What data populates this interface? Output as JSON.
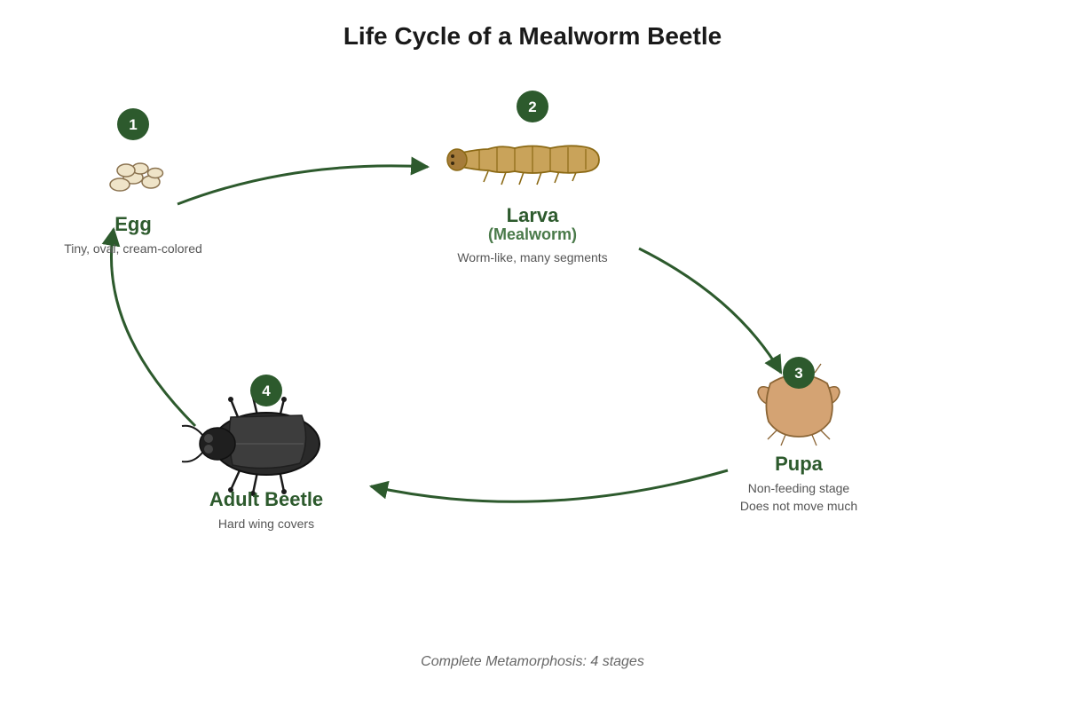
{
  "title": "Life Cycle of a Mealworm Beetle",
  "footer": "Complete Metamorphosis: 4 stages",
  "colors": {
    "accent": "#2d5a2d",
    "badge": "#2d5a2d",
    "egg": "#efe4c8",
    "larva": "#c9a35a",
    "pupa": "#d4a373",
    "beetle": "#2a2a2a"
  },
  "stages": [
    {
      "number": "1",
      "name": "Egg",
      "subtitle": "",
      "description": [
        "Tiny, oval, cream-colored"
      ]
    },
    {
      "number": "2",
      "name": "Larva",
      "subtitle": "(Mealworm)",
      "description": [
        "Worm-like, many segments"
      ]
    },
    {
      "number": "3",
      "name": "Pupa",
      "subtitle": "",
      "description": [
        "Non-feeding stage",
        "Does not move much"
      ]
    },
    {
      "number": "4",
      "name": "Adult Beetle",
      "subtitle": "",
      "description": [
        "Hard wing covers"
      ]
    }
  ]
}
